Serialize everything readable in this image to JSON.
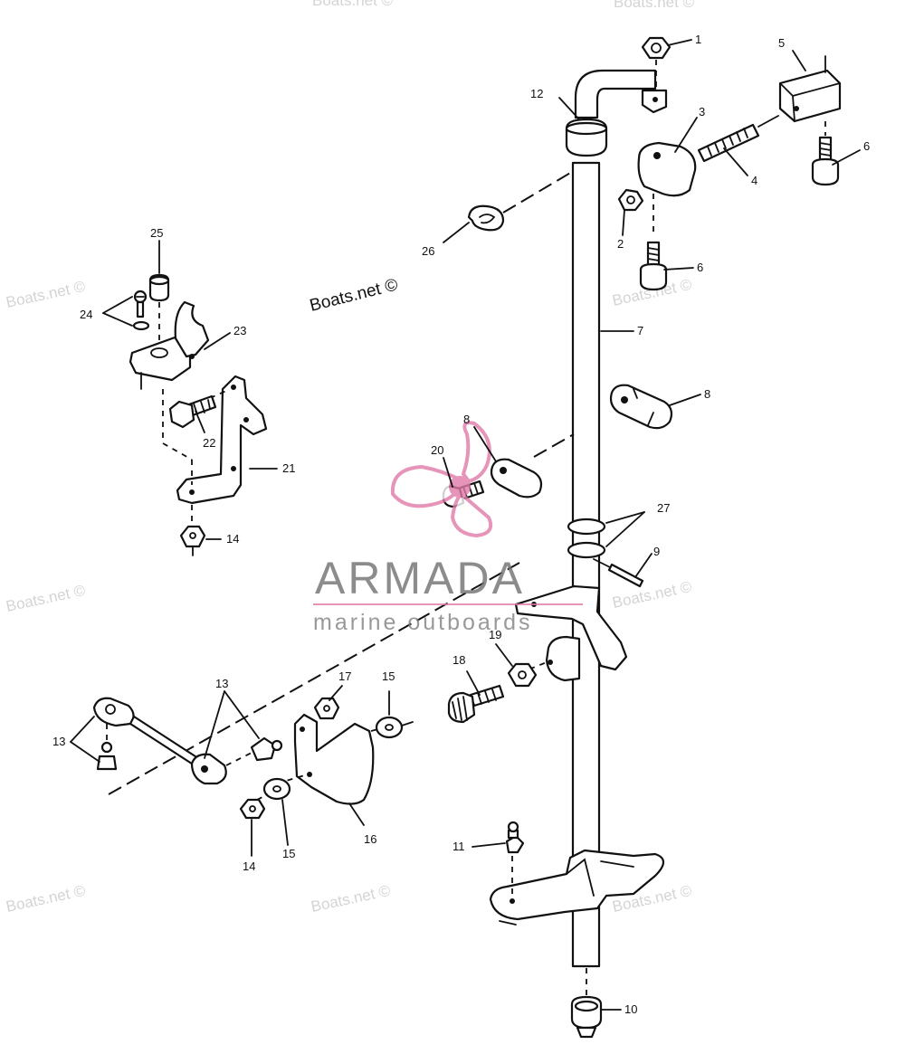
{
  "watermark": {
    "text": "Boats.net ©"
  },
  "credit": {
    "text": "Boats.net ©"
  },
  "brand": {
    "name": "ARMADA",
    "tagline": "marine outboards",
    "color": "#e07aa8"
  },
  "callouts": {
    "c1": "1",
    "c2": "2",
    "c3": "3",
    "c4": "4",
    "c5": "5",
    "c6a": "6",
    "c6b": "6",
    "c7": "7",
    "c8a": "8",
    "c8b": "8",
    "c9": "9",
    "c10": "10",
    "c11": "11",
    "c12": "12",
    "c13a": "13",
    "c13b": "13",
    "c14a": "14",
    "c14b": "14",
    "c15a": "15",
    "c15b": "15",
    "c16": "16",
    "c17": "17",
    "c18": "18",
    "c19": "19",
    "c20": "20",
    "c21": "21",
    "c22": "22",
    "c23": "23",
    "c24": "24",
    "c25": "25",
    "c26": "26",
    "c27": "27"
  }
}
